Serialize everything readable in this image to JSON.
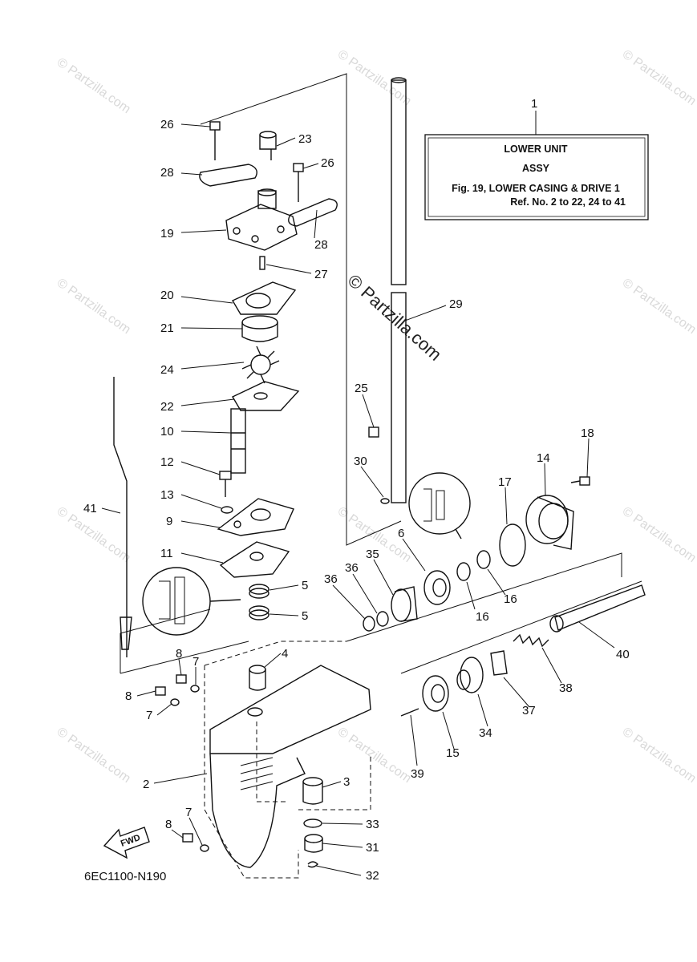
{
  "title_box": {
    "ref_number": "1",
    "line1": "LOWER UNIT",
    "line2": "ASSY",
    "line3": "Fig. 19, LOWER CASING & DRIVE 1",
    "line4": "Ref. No. 2 to 22, 24 to 41"
  },
  "diagram_code": "6EC1100-N190",
  "fwd_label": "FWD",
  "watermark": "© Partzilla.com",
  "callouts": [
    {
      "id": "26a",
      "label": "26"
    },
    {
      "id": "23",
      "label": "23"
    },
    {
      "id": "26b",
      "label": "26"
    },
    {
      "id": "28a",
      "label": "28"
    },
    {
      "id": "19",
      "label": "19"
    },
    {
      "id": "28b",
      "label": "28"
    },
    {
      "id": "27",
      "label": "27"
    },
    {
      "id": "20",
      "label": "20"
    },
    {
      "id": "21",
      "label": "21"
    },
    {
      "id": "24",
      "label": "24"
    },
    {
      "id": "22",
      "label": "22"
    },
    {
      "id": "10",
      "label": "10"
    },
    {
      "id": "12",
      "label": "12"
    },
    {
      "id": "13",
      "label": "13"
    },
    {
      "id": "9",
      "label": "9"
    },
    {
      "id": "11",
      "label": "11"
    },
    {
      "id": "41",
      "label": "41"
    },
    {
      "id": "5a",
      "label": "5"
    },
    {
      "id": "5b",
      "label": "5"
    },
    {
      "id": "4",
      "label": "4"
    },
    {
      "id": "8a",
      "label": "8"
    },
    {
      "id": "7a",
      "label": "7"
    },
    {
      "id": "8b",
      "label": "8"
    },
    {
      "id": "7b",
      "label": "7"
    },
    {
      "id": "2",
      "label": "2"
    },
    {
      "id": "7c",
      "label": "7"
    },
    {
      "id": "8c",
      "label": "8"
    },
    {
      "id": "3",
      "label": "3"
    },
    {
      "id": "33",
      "label": "33"
    },
    {
      "id": "31",
      "label": "31"
    },
    {
      "id": "32",
      "label": "32"
    },
    {
      "id": "29",
      "label": "29"
    },
    {
      "id": "25",
      "label": "25"
    },
    {
      "id": "30",
      "label": "30"
    },
    {
      "id": "18",
      "label": "18"
    },
    {
      "id": "14",
      "label": "14"
    },
    {
      "id": "17",
      "label": "17"
    },
    {
      "id": "6",
      "label": "6"
    },
    {
      "id": "35",
      "label": "35"
    },
    {
      "id": "36a",
      "label": "36"
    },
    {
      "id": "36b",
      "label": "36"
    },
    {
      "id": "16a",
      "label": "16"
    },
    {
      "id": "16b",
      "label": "16"
    },
    {
      "id": "40",
      "label": "40"
    },
    {
      "id": "38",
      "label": "38"
    },
    {
      "id": "37",
      "label": "37"
    },
    {
      "id": "34",
      "label": "34"
    },
    {
      "id": "15",
      "label": "15"
    },
    {
      "id": "39",
      "label": "39"
    }
  ]
}
